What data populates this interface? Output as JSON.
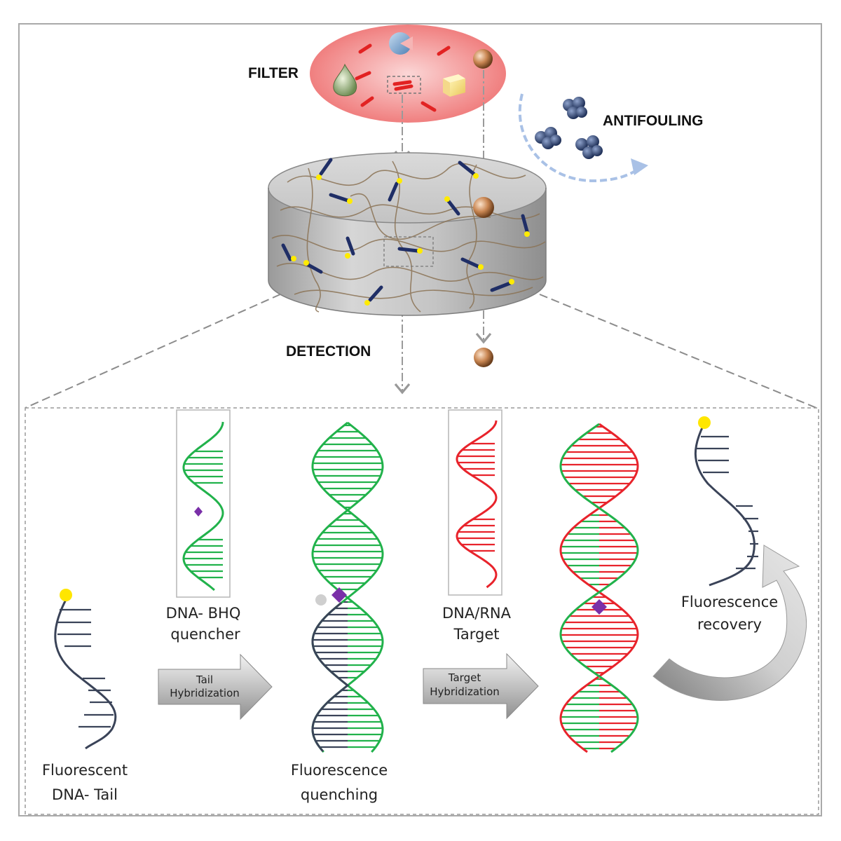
{
  "top_labels": {
    "filter": "FILTER",
    "antifouling": "ANTIFOULING",
    "detection": "DETECTION"
  },
  "bottom_labels": {
    "dna_bhq_line1": "DNA- BHQ",
    "dna_bhq_line2": "quencher",
    "target_line1": "DNA/RNA",
    "target_line2": "Target",
    "fluorescent_tail_line1": "Fluorescent",
    "fluorescent_tail_line2": "DNA- Tail",
    "quenching_line1": "Fluorescence",
    "quenching_line2": "quenching",
    "recovery_line1": "Fluorescence",
    "recovery_line2": "recovery"
  },
  "arrows": {
    "tail_line1": "Tail",
    "tail_line2": "Hybridization",
    "target_line1": "Target",
    "target_line2": "Hybridization"
  },
  "colors": {
    "green_strand": "#21b24b",
    "red_strand": "#e8232b",
    "navy_strand": "#3a4358",
    "fluorophore": "#ffe600",
    "quencher": "#7a2fa8",
    "filter_ellipse": "#f28d8d",
    "antifouling_particles": "#2e4579"
  }
}
